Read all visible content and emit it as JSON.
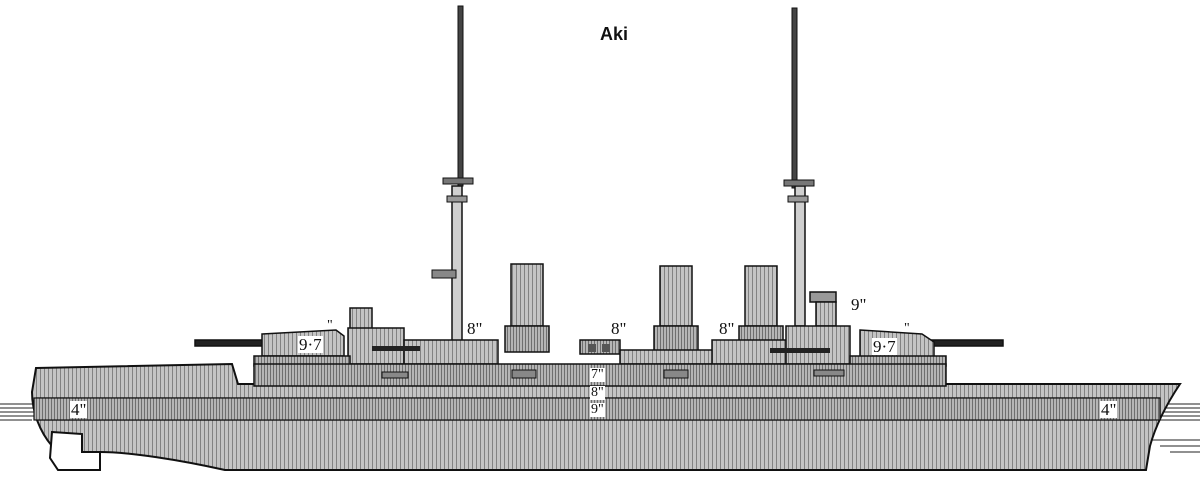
{
  "title": "Aki",
  "armor_labels": {
    "bow_belt": "4\"",
    "stern_belt": "4\"",
    "fwd_turret": "9·7",
    "aft_turret": "9·7",
    "fwd_turret_mark": "\"",
    "aft_turret_mark": "\"",
    "fwd_barbette": "8\"",
    "mid_barbette": "8\"",
    "aft_barbette": "8\"",
    "conning_tower": "9\"",
    "upper_belt": "7\"",
    "middle_belt": "8\"",
    "main_belt": "9\""
  },
  "colors": {
    "line": "#111111",
    "hull": "#bdbdbd",
    "background": "#ffffff"
  }
}
